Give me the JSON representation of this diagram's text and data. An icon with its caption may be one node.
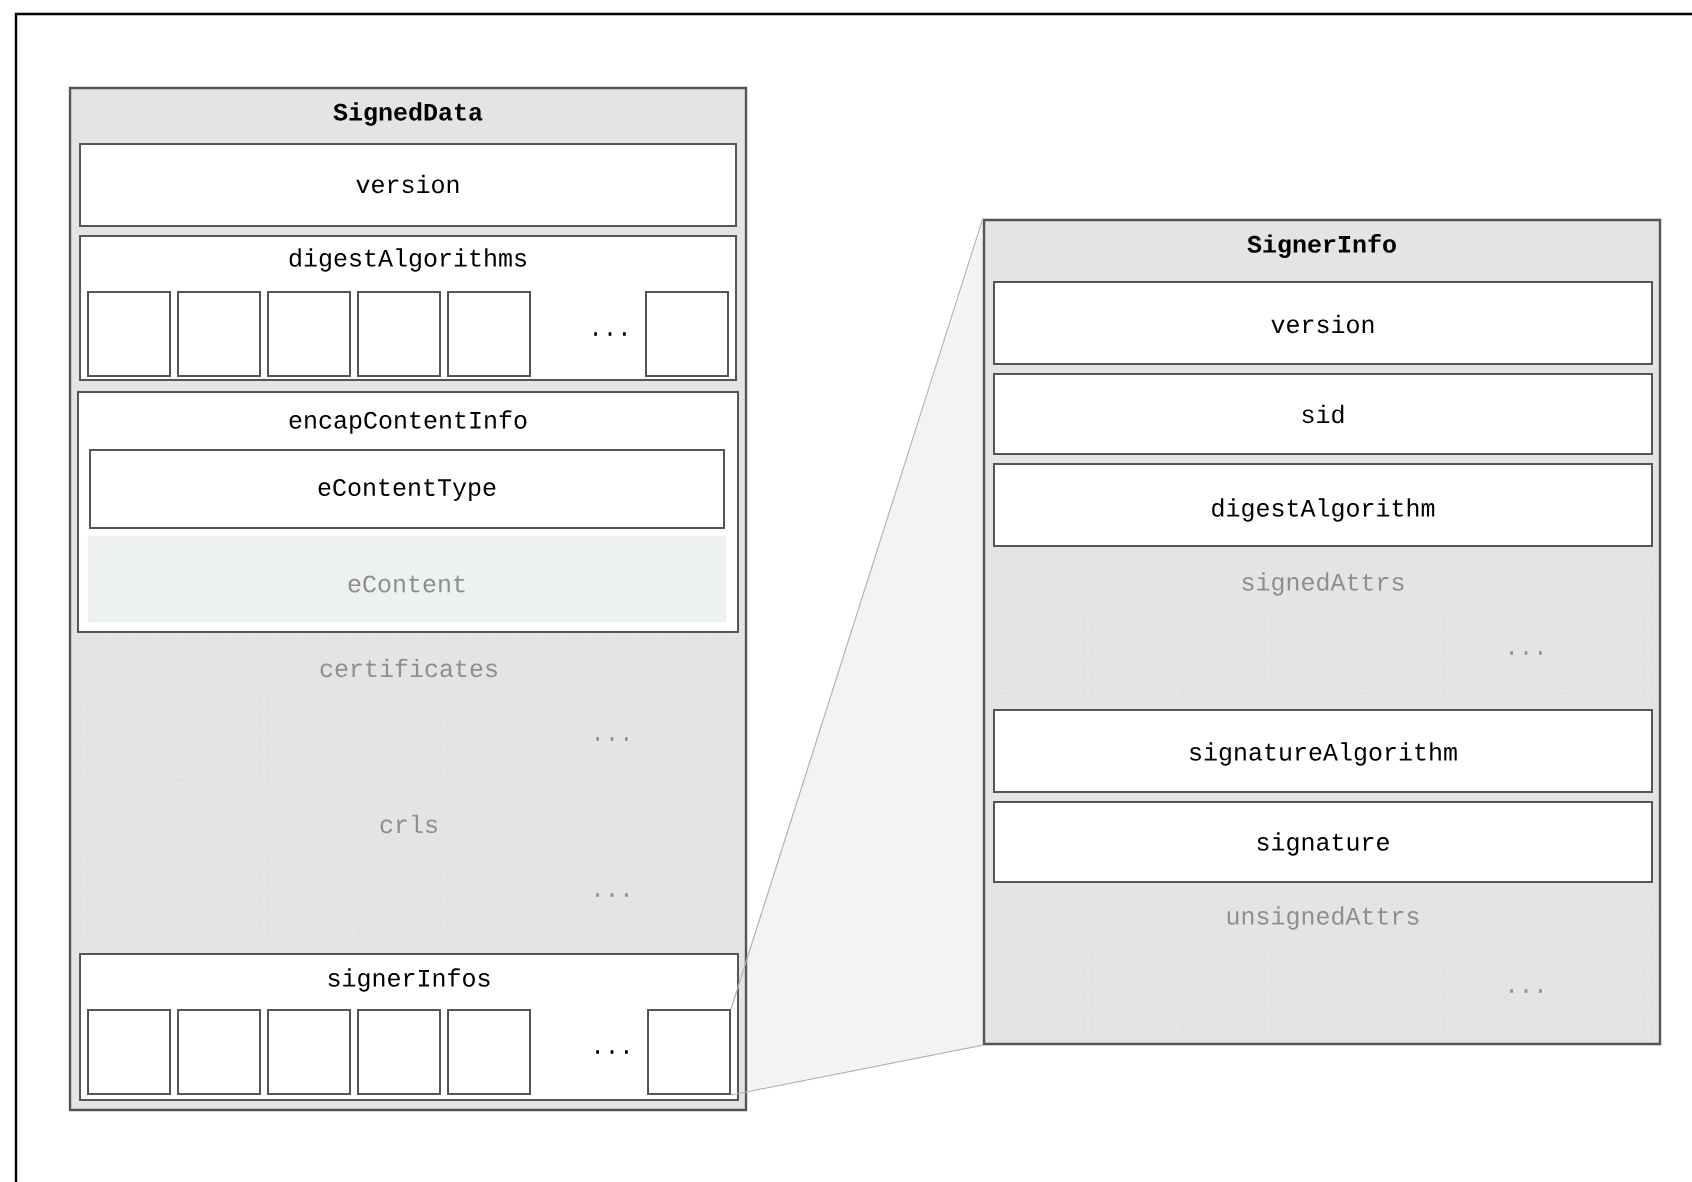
{
  "diagram": {
    "nodes": [
      {
        "text": [
          "SignedData"
        ]
      },
      {
        "text": [
          "version"
        ],
        "in": 0
      },
      {
        "text": [
          "digestAlgorithms",
          "..."
        ],
        "in": 0
      },
      {
        "text": [],
        "shape": "box",
        "in": 2
      },
      {
        "text": [],
        "shape": "box",
        "in": 2
      },
      {
        "text": [],
        "shape": "box",
        "in": 2
      },
      {
        "text": [],
        "shape": "box",
        "in": 2
      },
      {
        "text": [],
        "shape": "box",
        "in": 2
      },
      {
        "text": [],
        "shape": "box",
        "in": 2
      },
      {
        "text": [
          "encapContentInfo"
        ],
        "in": 0
      },
      {
        "text": [
          "eContentType"
        ],
        "in": 9
      },
      {
        "text": [
          "eContent"
        ],
        "in": 9
      },
      {
        "text": [
          "certificates",
          "..."
        ],
        "in": 0
      },
      {
        "text": [],
        "shape": "box",
        "in": 12
      },
      {
        "text": [],
        "shape": "box",
        "in": 12
      },
      {
        "text": [],
        "shape": "box",
        "in": 12
      },
      {
        "text": [],
        "shape": "box",
        "in": 12
      },
      {
        "text": [],
        "shape": "box",
        "in": 12
      },
      {
        "text": [],
        "shape": "box",
        "in": 12
      },
      {
        "text": [
          "crls",
          "..."
        ],
        "in": 0
      },
      {
        "text": [],
        "shape": "box",
        "in": 19
      },
      {
        "text": [],
        "shape": "box",
        "in": 19
      },
      {
        "text": [],
        "shape": "box",
        "in": 19
      },
      {
        "text": [],
        "shape": "box",
        "in": 19
      },
      {
        "text": [],
        "shape": "box",
        "in": 19
      },
      {
        "text": [],
        "shape": "box",
        "in": 19
      },
      {
        "text": [
          "signerInfos",
          "..."
        ],
        "in": 0
      },
      {
        "text": [],
        "shape": "box",
        "in": 26
      },
      {
        "text": [],
        "shape": "box",
        "in": 26
      },
      {
        "text": [],
        "shape": "box",
        "in": 26
      },
      {
        "text": [],
        "shape": "box",
        "in": 26
      },
      {
        "text": [],
        "shape": "box",
        "in": 26
      },
      {
        "text": [],
        "shape": "box",
        "in": 26
      },
      {
        "text": [
          "SignerInfo"
        ]
      },
      {
        "text": [
          "version"
        ],
        "in": 33
      },
      {
        "text": [
          "sid"
        ],
        "in": 33
      },
      {
        "text": [
          "digestAlgorithm"
        ],
        "in": 33
      },
      {
        "text": [
          "signedAttrs",
          "..."
        ],
        "in": 33
      },
      {
        "text": [],
        "shape": "box",
        "in": 37
      },
      {
        "text": [],
        "shape": "box",
        "in": 37
      },
      {
        "text": [],
        "shape": "box",
        "in": 37
      },
      {
        "text": [],
        "shape": "box",
        "in": 37
      },
      {
        "text": [],
        "shape": "box",
        "in": 37
      },
      {
        "text": [],
        "shape": "box",
        "in": 37
      },
      {
        "text": [
          "signatureAlgorithm"
        ],
        "in": 33
      },
      {
        "text": [
          "signature"
        ],
        "in": 33
      },
      {
        "text": [
          "unsignedAttrs",
          "..."
        ],
        "in": 33
      },
      {
        "text": [],
        "shape": "box",
        "in": 46
      },
      {
        "text": [],
        "shape": "box",
        "in": 46
      },
      {
        "text": [],
        "shape": "box",
        "in": 46
      },
      {
        "text": [],
        "shape": "box",
        "in": 46
      },
      {
        "text": [],
        "shape": "box",
        "in": 46
      },
      {
        "text": [],
        "shape": "box",
        "in": 46
      }
    ],
    "edges": [
      {
        "from": 32,
        "to": 33,
        "arrow": "none",
        "color": "#b4b4b4"
      },
      {
        "from": 32,
        "to": 33,
        "arrow": "none",
        "color": "#b4b4b4"
      }
    ]
  }
}
